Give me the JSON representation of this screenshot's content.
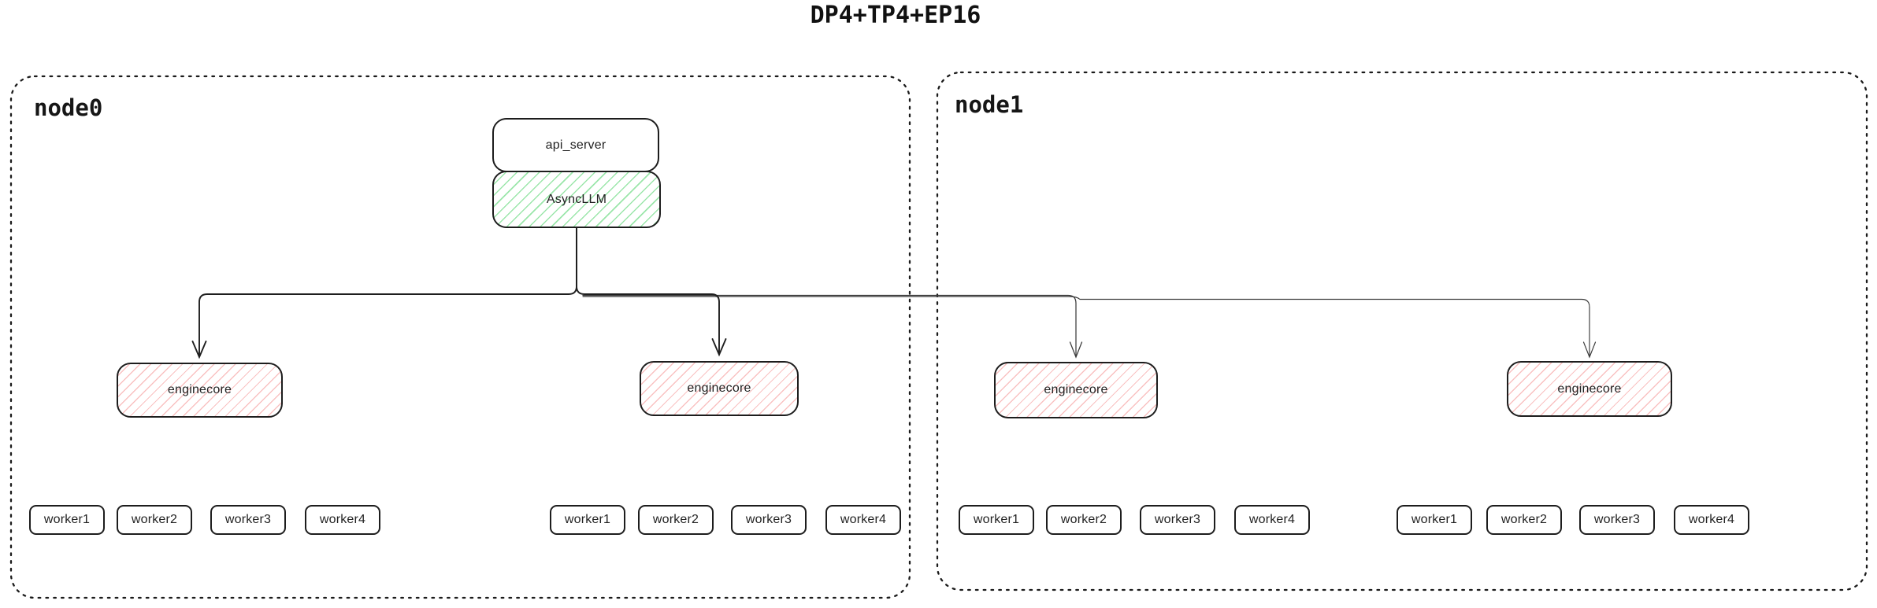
{
  "title": "DP4+TP4+EP16",
  "nodes": {
    "node0": {
      "label": "node0"
    },
    "node1": {
      "label": "node1"
    }
  },
  "api_server": {
    "label": "api_server"
  },
  "async_llm": {
    "label": "AsyncLLM"
  },
  "enginecores": [
    "enginecore",
    "enginecore",
    "enginecore",
    "enginecore"
  ],
  "worker_groups": [
    [
      "worker1",
      "worker2",
      "worker3",
      "worker4"
    ],
    [
      "worker1",
      "worker2",
      "worker3",
      "worker4"
    ],
    [
      "worker1",
      "worker2",
      "worker3",
      "worker4"
    ],
    [
      "worker1",
      "worker2",
      "worker3",
      "worker4"
    ]
  ],
  "colors": {
    "box_border": "#1d1d1d",
    "node_border": "#1b1b1b",
    "green_hatch": "#79de8d",
    "red_hatch": "#f6a0a0",
    "connector_dark": "#1e1e1e",
    "connector_light": "#3a3a3a",
    "background": "#ffffff"
  }
}
